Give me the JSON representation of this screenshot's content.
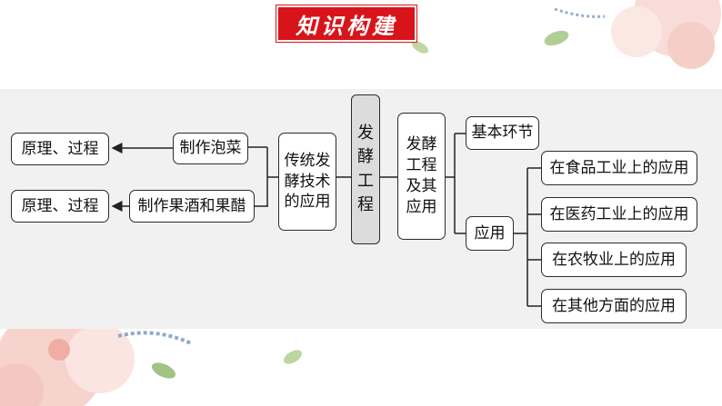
{
  "title": "知识构建",
  "center": "发酵工程",
  "right": {
    "main": "发酵工程及其应用",
    "basic": "基本环节",
    "apply": "应用",
    "apps": [
      "在食品工业上的应用",
      "在医药工业上的应用",
      "在农牧业上的应用",
      "在其他方面的应用"
    ]
  },
  "left": {
    "main": "传统发酵技术的应用",
    "items": [
      {
        "label": "制作泡菜",
        "target": "原理、过程"
      },
      {
        "label": "制作果酒和果醋",
        "target": "原理、过程"
      }
    ]
  },
  "colors": {
    "banner": "#d8141a",
    "panel": "#f1f1f1",
    "center_fill": "#dcdcdc"
  }
}
